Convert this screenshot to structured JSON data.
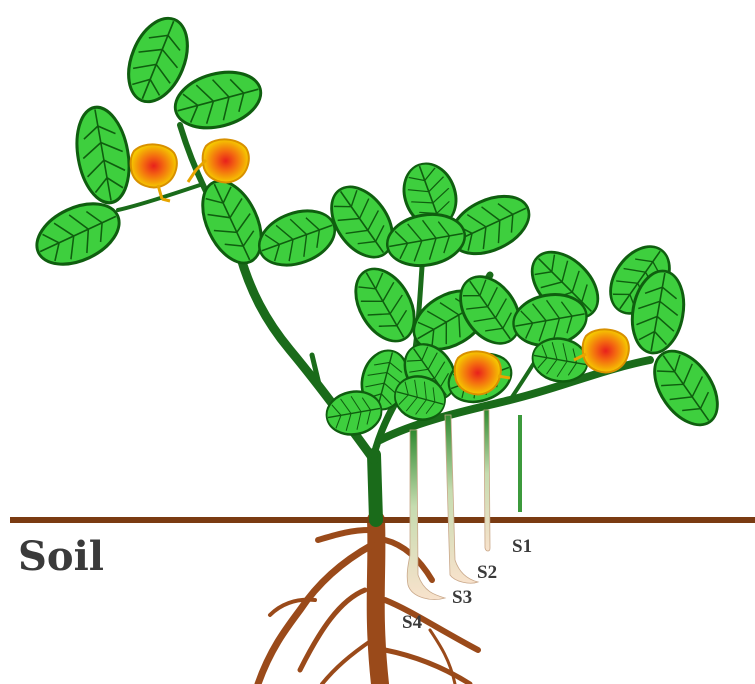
{
  "labels": {
    "soil": "Soil",
    "s1": "S1",
    "s2": "S2",
    "s3": "S3",
    "s4": "S4"
  },
  "colors": {
    "leaf_fill": "#3ecf3e",
    "leaf_edge": "#0f5e0f",
    "stem": "#1a6b1a",
    "soil_line": "#7a3b12",
    "root": "#9a4a1a",
    "flower": "#f5c800",
    "flower_center": "#e8201c",
    "peg": "#f5dcc4"
  },
  "icons": [
    "peanut-plant",
    "leaf-icon",
    "flower-icon",
    "peg-icon",
    "root-icon"
  ]
}
